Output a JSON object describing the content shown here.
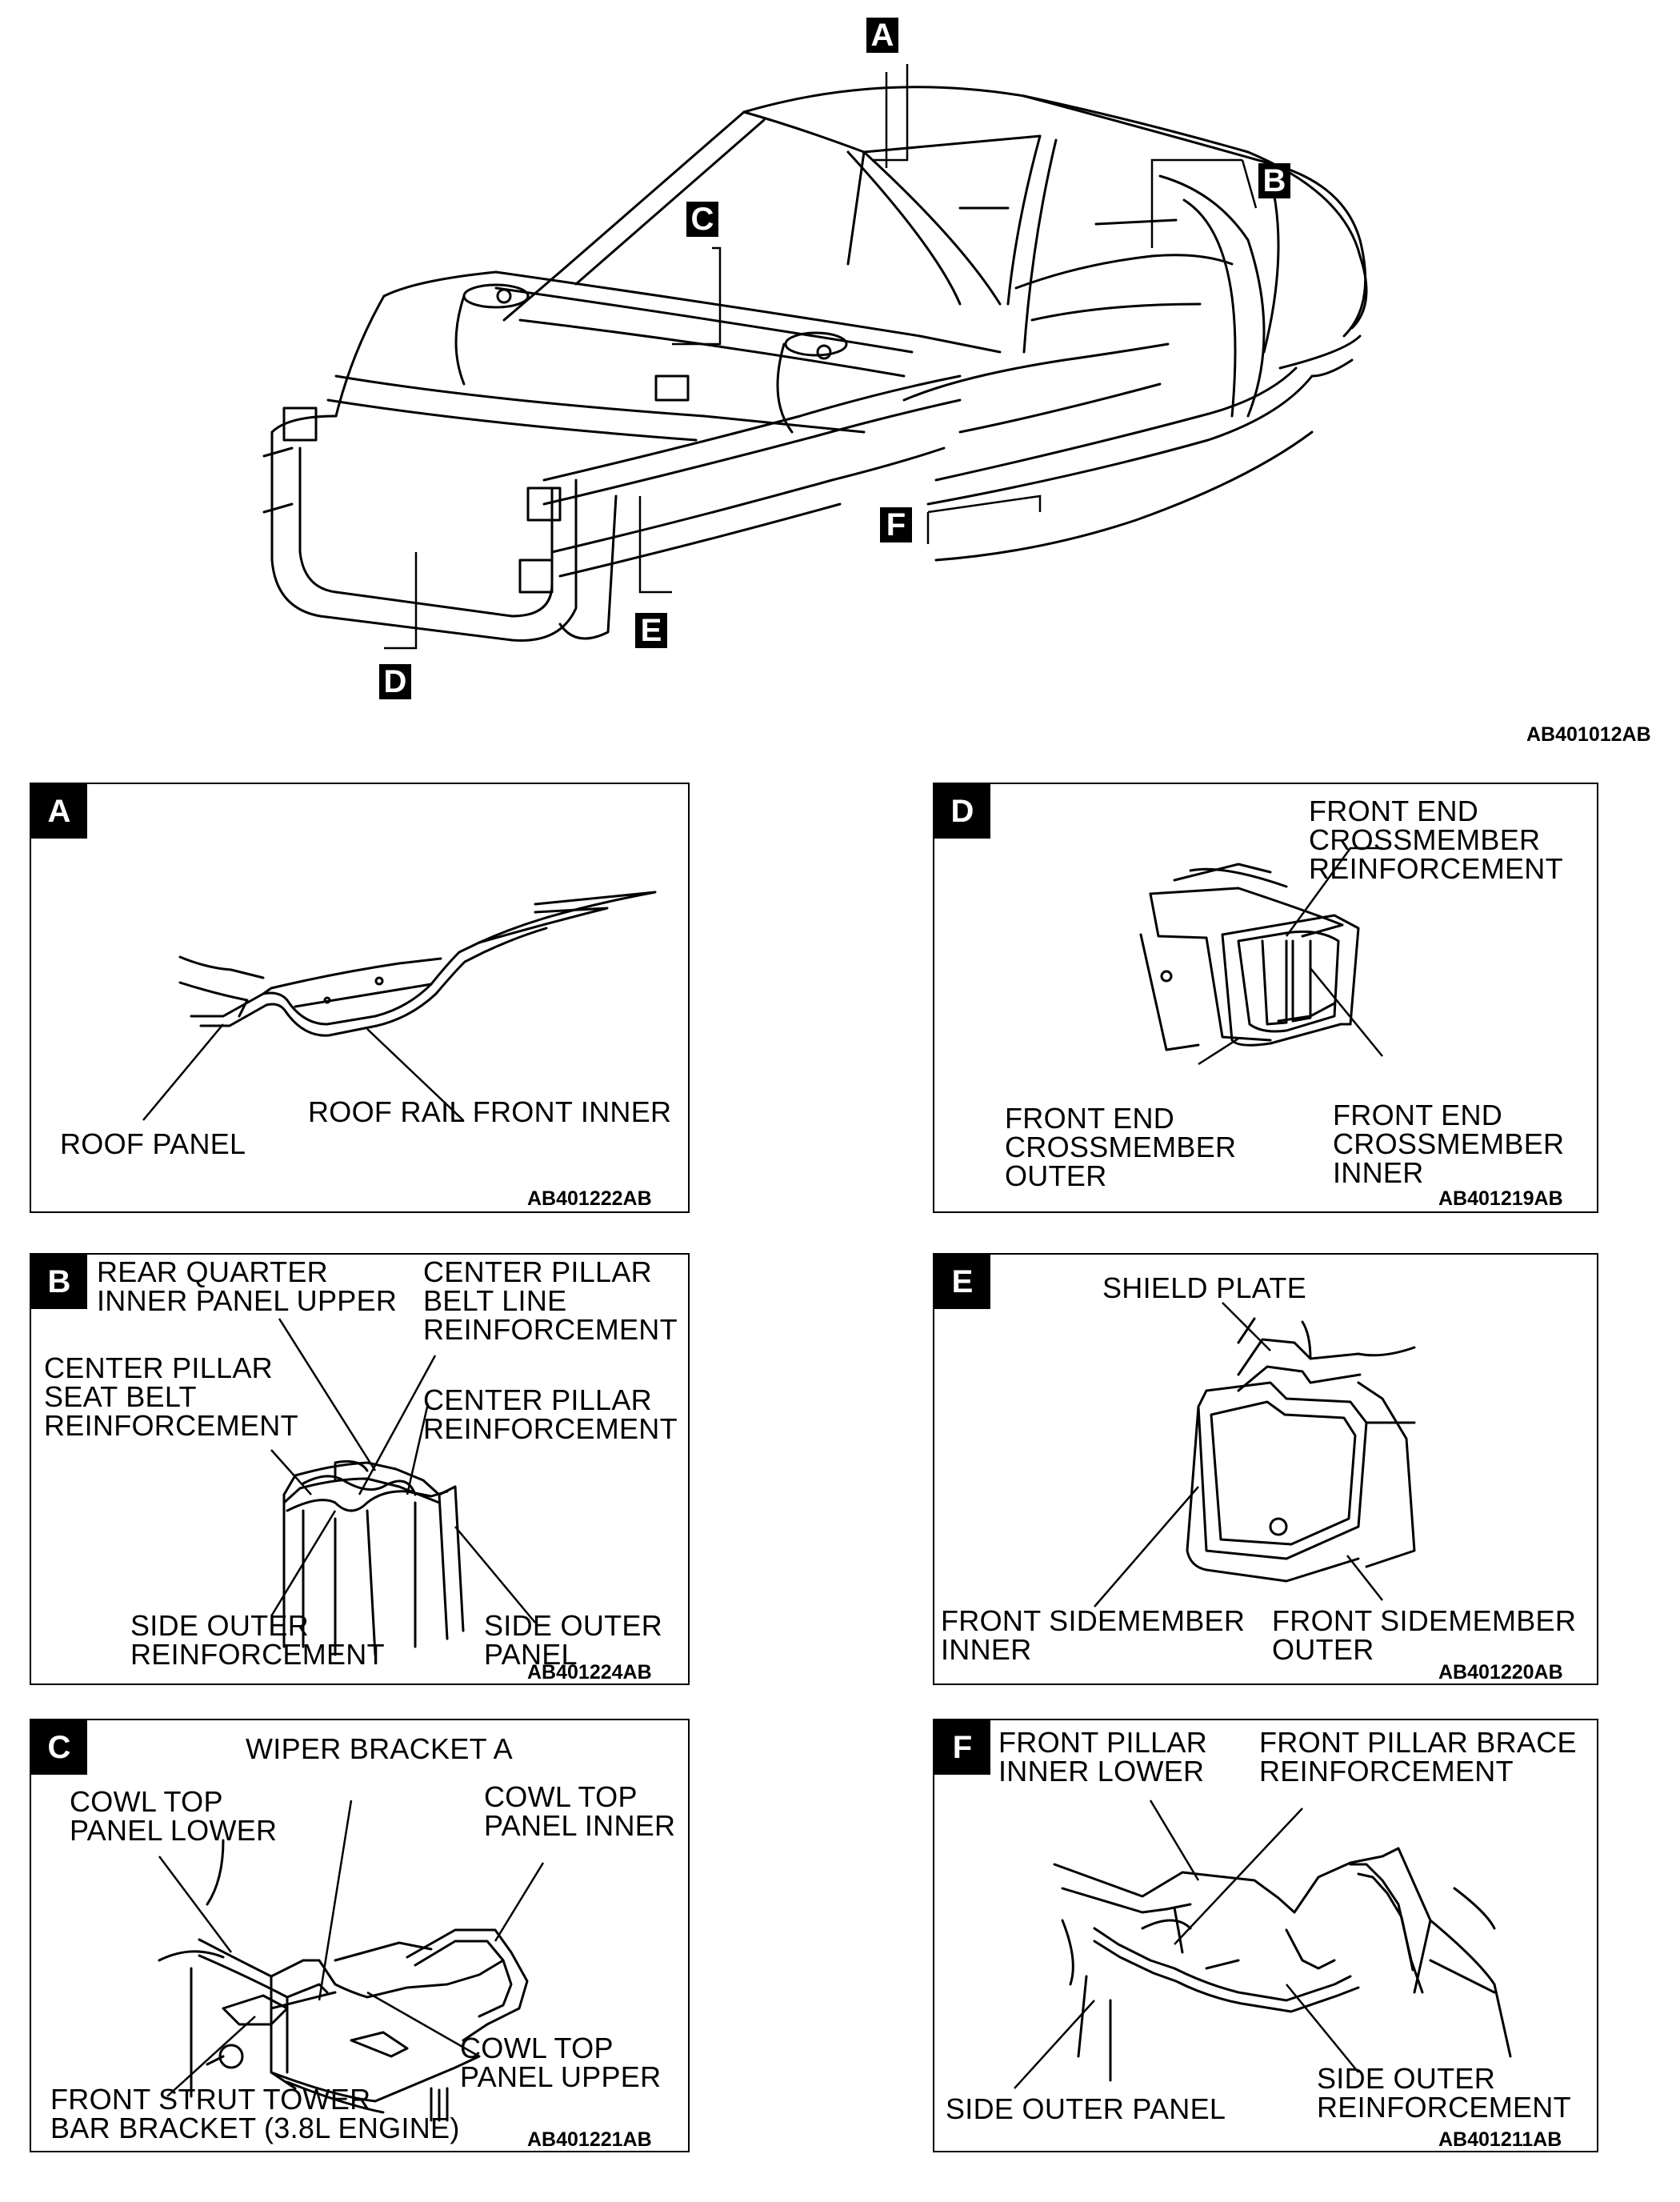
{
  "overview": {
    "callouts": [
      "A",
      "B",
      "C",
      "D",
      "E",
      "F"
    ],
    "figure_code": "AB401012AB"
  },
  "panels": {
    "A": {
      "letter": "A",
      "code": "AB401222AB",
      "labels": [
        "ROOF PANEL",
        "ROOF RAIL FRONT INNER"
      ]
    },
    "B": {
      "letter": "B",
      "code": "AB401224AB",
      "labels": [
        "REAR QUARTER\nINNER PANEL UPPER",
        "CENTER PILLAR\nBELT LINE\nREINFORCEMENT",
        "CENTER PILLAR\nSEAT BELT\nREINFORCEMENT",
        "CENTER PILLAR\nREINFORCEMENT",
        "SIDE OUTER\nREINFORCEMENT",
        "SIDE OUTER\nPANEL"
      ]
    },
    "C": {
      "letter": "C",
      "code": "AB401221AB",
      "labels": [
        "WIPER BRACKET A",
        "COWL TOP\nPANEL LOWER",
        "COWL TOP\nPANEL INNER",
        "COWL TOP\nPANEL UPPER",
        "FRONT STRUT TOWER\nBAR BRACKET (3.8L ENGINE)"
      ]
    },
    "D": {
      "letter": "D",
      "code": "AB401219AB",
      "labels": [
        "FRONT END\nCROSSMEMBER\nREINFORCEMENT",
        "FRONT END\nCROSSMEMBER\nOUTER",
        "FRONT END\nCROSSMEMBER\nINNER"
      ]
    },
    "E": {
      "letter": "E",
      "code": "AB401220AB",
      "labels": [
        "SHIELD PLATE",
        "FRONT SIDEMEMBER\nINNER",
        "FRONT SIDEMEMBER\nOUTER"
      ]
    },
    "F": {
      "letter": "F",
      "code": "AB401211AB",
      "labels": [
        "FRONT PILLAR\nINNER LOWER",
        "FRONT PILLAR BRACE\nREINFORCEMENT",
        "SIDE OUTER PANEL",
        "SIDE OUTER\nREINFORCEMENT"
      ]
    }
  }
}
